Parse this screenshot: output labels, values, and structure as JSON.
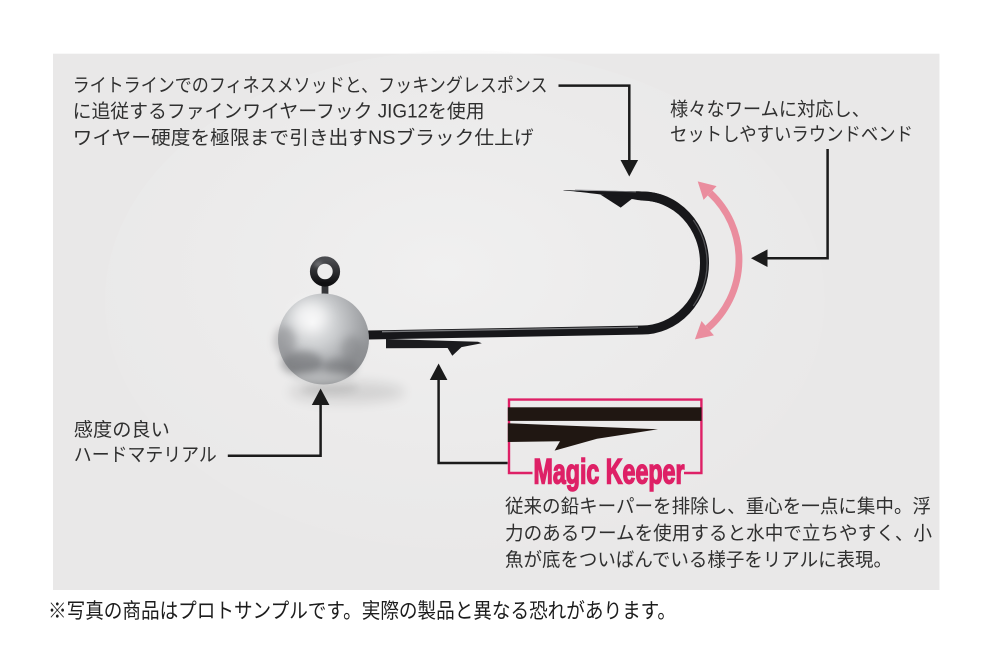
{
  "diagram": {
    "background": "#ffffff",
    "panel_color": "#e9e8e8",
    "colors": {
      "accent_pink": "#de2066",
      "arrow_pink": "#ea8d9e",
      "line_black": "#1b1b1b",
      "text_dark": "#2f2f2f",
      "footer_text": "#1c1c1c",
      "keeper_black": "#201712"
    },
    "annotations": {
      "hook_spec": {
        "lines": [
          "ライトラインでのフィネスメソッドと、フッキングレスポンス",
          "に追従するファインワイヤーフック JIG12を使用",
          "ワイヤー硬度を極限まで引き出すNSブラック仕上げ"
        ]
      },
      "round_bend": {
        "lines": [
          "様々なワームに対応し、",
          "セットしやすいラウンドベンド"
        ]
      },
      "head_material": {
        "lines": [
          "感度の良い",
          "ハードマテリアル"
        ]
      },
      "magic_keeper": {
        "label": "Magic Keeper",
        "description_lines": [
          "従来の鉛キーパーを排除し、重心を一点に集中。浮",
          "力のあるワームを使用すると水中で立ちやすく、小",
          "魚が底をついばんでいる様子をリアルに表現。"
        ]
      },
      "footer_note": "※写真の商品はプロトサンプルです。実際の製品と異なる恐れがあります。"
    }
  }
}
